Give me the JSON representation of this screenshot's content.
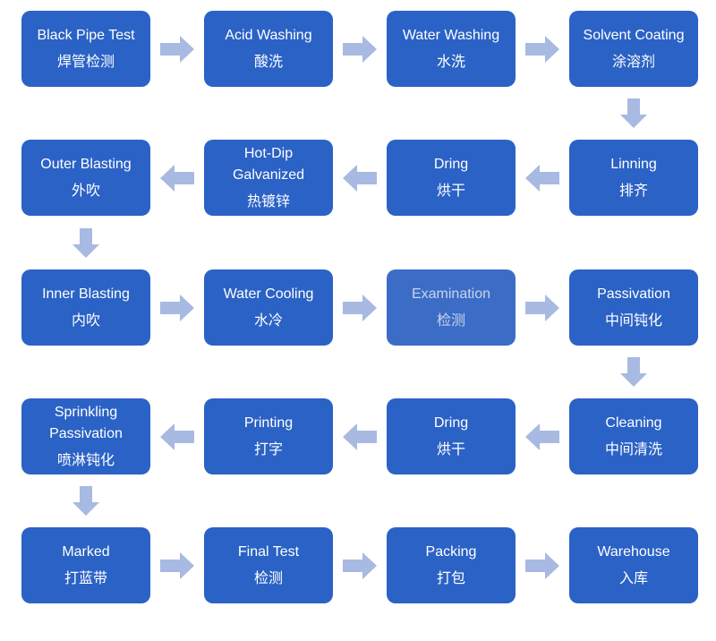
{
  "palette": {
    "box_bg": "#2B62C5",
    "box_bg_muted": "#3B6DC7",
    "box_text": "#FFFFFF",
    "box_text_muted": "#C9D4E9",
    "arrow": "#A8BAE2",
    "page_bg": "#FFFFFF"
  },
  "flow": {
    "rows": [
      {
        "direction": "right",
        "cells": [
          {
            "en": "Black Pipe Test",
            "zh": "焊管检测"
          },
          {
            "en": "Acid Washing",
            "zh": "酸洗"
          },
          {
            "en": "Water Washing",
            "zh": "水洗"
          },
          {
            "en": "Solvent Coating",
            "zh": "涂溶剂"
          }
        ]
      },
      {
        "direction": "left",
        "cells": [
          {
            "en": "Outer Blasting",
            "zh": "外吹"
          },
          {
            "en": "Hot-Dip Galvanized",
            "zh": "热镀锌"
          },
          {
            "en": "Dring",
            "zh": "烘干"
          },
          {
            "en": "Linning",
            "zh": "排齐"
          }
        ]
      },
      {
        "direction": "right",
        "cells": [
          {
            "en": "Inner Blasting",
            "zh": "内吹"
          },
          {
            "en": "Water Cooling",
            "zh": "水冷"
          },
          {
            "en": "Examination",
            "zh": "检测"
          },
          {
            "en": "Passivation",
            "zh": "中间钝化"
          }
        ]
      },
      {
        "direction": "left",
        "cells": [
          {
            "en": "Sprinkling Passivation",
            "zh": "喷淋钝化"
          },
          {
            "en": "Printing",
            "zh": "打字"
          },
          {
            "en": "Dring",
            "zh": "烘干"
          },
          {
            "en": "Cleaning",
            "zh": "中间清洗"
          }
        ]
      },
      {
        "direction": "right",
        "cells": [
          {
            "en": "Marked",
            "zh": "打蓝带"
          },
          {
            "en": "Final Test",
            "zh": "检测"
          },
          {
            "en": "Packing",
            "zh": "打包"
          },
          {
            "en": "Warehouse",
            "zh": "入库"
          }
        ]
      }
    ],
    "connectors": [
      {
        "direction": "down",
        "column": 4,
        "from_en": "Solvent Coating",
        "to_en": "Linning"
      },
      {
        "direction": "down",
        "column": 1,
        "from_en": "Outer Blasting",
        "to_en": "Inner Blasting"
      },
      {
        "direction": "down",
        "column": 4,
        "from_en": "Passivation",
        "to_en": "Cleaning"
      },
      {
        "direction": "down",
        "column": 1,
        "from_en": "Sprinkling Passivation",
        "to_en": "Marked"
      }
    ]
  }
}
